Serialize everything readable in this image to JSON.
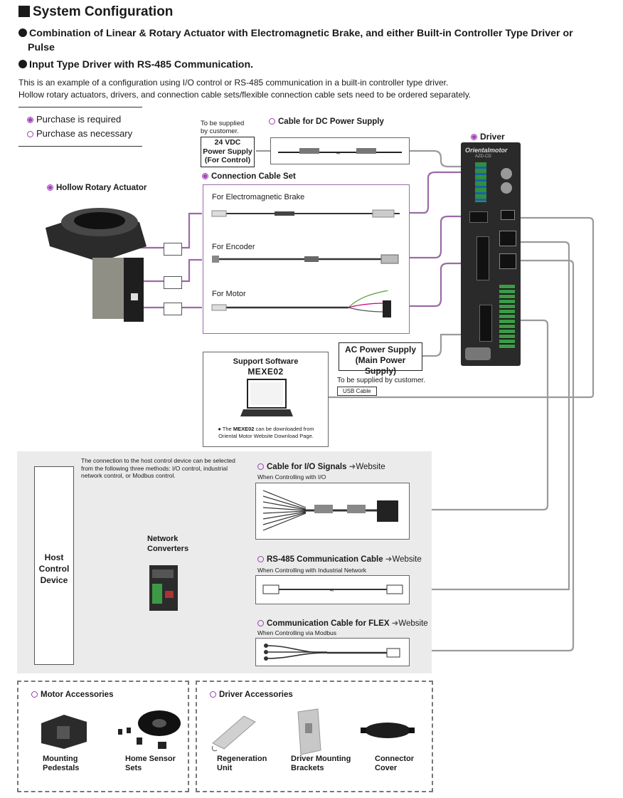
{
  "title": "System Configuration",
  "subtitle_line1": "Combination of Linear & Rotary Actuator with Electromagnetic Brake, and either Built-in Controller Type Driver or",
  "subtitle_line1b": "Pulse",
  "subtitle_line2": "Input Type Driver with RS-485 Communication.",
  "intro_line1": "This is an example of a configuration using I/O control or RS-485 communication in a built-in controller type driver.",
  "intro_line2": "Hollow rotary actuators, drivers, and connection cable sets/flexible connection cable sets need to be ordered separately.",
  "legend": {
    "required": "Purchase is required",
    "optional": "Purchase as necessary"
  },
  "dc_supply": {
    "note_line1": "To be supplied",
    "note_line2": "by customer.",
    "box_line1": "24 VDC",
    "box_line2": "Power Supply",
    "box_line3": "(For Control)"
  },
  "dc_cable_label": "Cable for DC Power Supply",
  "driver_label": "Driver",
  "actuator_label": "Hollow  Rotary Actuator",
  "cable_set_label": "Connection Cable Set",
  "cable_set_items": [
    "For Electromagnetic Brake",
    "For Encoder",
    "For Motor"
  ],
  "ac_supply": {
    "line1": "AC Power Supply",
    "line2": "(Main Power Supply)",
    "note": "To be supplied by customer.",
    "usb": "USB Cable"
  },
  "software": {
    "title": "Support Software",
    "name": "MEXE02",
    "note_pre": "The",
    "note_name": "MEXE02",
    "note_post": "can be downloaded from",
    "note_line2": "Oriental Motor Website Download Page."
  },
  "host": {
    "line1": "Host",
    "line2": "Control",
    "line3": "Device"
  },
  "host_note": [
    "The connection to the host control device can be selected",
    "from the following three methods: I/O control, industrial",
    "network control, or Modbus control."
  ],
  "network_converters": {
    "line1": "Network",
    "line2": "Converters"
  },
  "cables": [
    {
      "name": "Cable for I/O Signals",
      "link": "Website",
      "note": "When Controlling with I/O"
    },
    {
      "name": "RS-485 Communication Cable",
      "link": "Website",
      "note": "When Controlling with Industrial Network"
    },
    {
      "name": "Communication Cable for FLEX",
      "link": "Website",
      "note": "When Controlling via Modbus"
    }
  ],
  "motor_accessories": {
    "title": "Motor Accessories",
    "items": [
      {
        "l1": "Mounting",
        "l2": "Pedestals"
      },
      {
        "l1": "Home Sensor",
        "l2": "Sets"
      }
    ]
  },
  "driver_accessories": {
    "title": "Driver Accessories",
    "items": [
      {
        "l1": "Regeneration",
        "l2": "Unit"
      },
      {
        "l1": "Driver Mounting",
        "l2": "Brackets"
      },
      {
        "l1": "Connector",
        "l2": "Cover"
      }
    ]
  },
  "driver_brand": "Orientalmotor",
  "driver_model": "AZD-CD",
  "arrow": "➜",
  "colors": {
    "purple": "#a43fba",
    "wire": "#9a9a9a",
    "wire_purple": "#9b6aa6"
  }
}
